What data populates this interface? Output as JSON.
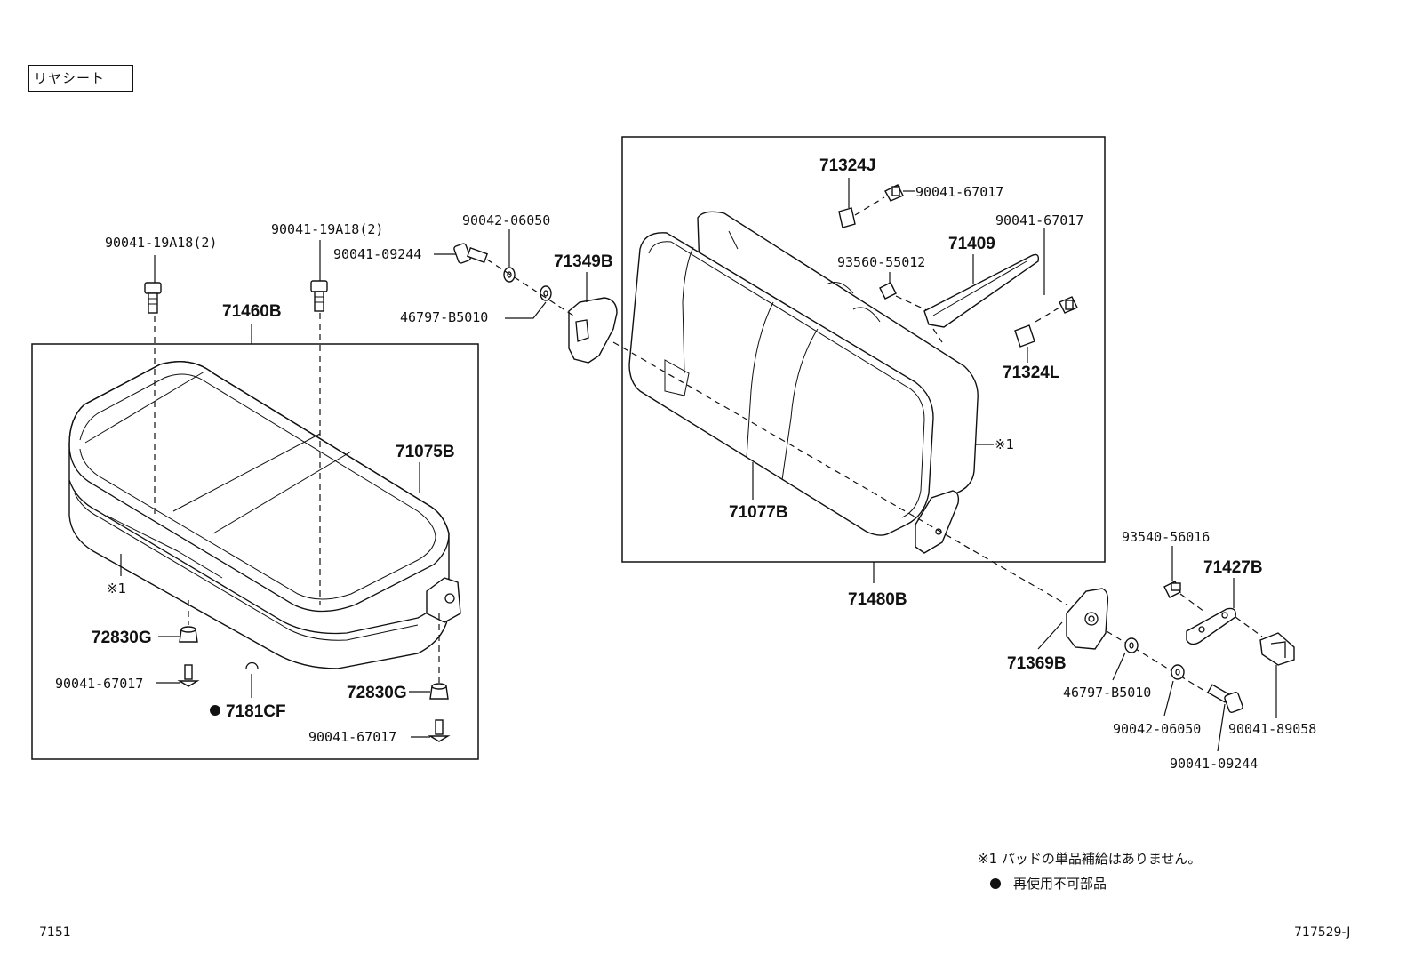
{
  "header": {
    "section_title": "リヤシート"
  },
  "footer": {
    "left_code": "7151",
    "right_code": "717529-J"
  },
  "notes": {
    "note1": "※1 パッドの単品補給はありません。",
    "note2_marker": "●",
    "note2": "再使用不可部品"
  },
  "seat_cushion": {
    "assy": "71460B",
    "cover": "71075B",
    "pad_mark": "※1",
    "bolt_left": "90041-19A18(2)",
    "bolt_right": "90041-19A18(2)",
    "stopper_left": "72830G",
    "screw_left": "90041-67017",
    "clip_marker": "●",
    "clip": "7181CF",
    "stopper_right": "72830G",
    "screw_right": "90041-67017"
  },
  "hinge_left": {
    "washer_plain": "90042-06050",
    "bolt": "90041-09244",
    "bushing": "46797-B5010",
    "cover": "71349B"
  },
  "seat_back": {
    "assy": "71480B",
    "cover": "71077B",
    "pad_mark": "※1",
    "hook_top": "71324J",
    "screw_top": "90041-67017",
    "screw_mid": "93560-55012",
    "bracket": "71409",
    "screw_right": "90041-67017",
    "hook_right": "71324L"
  },
  "hinge_right": {
    "screw": "93540-56016",
    "lock": "71427B",
    "cover": "71369B",
    "bushing": "46797-B5010",
    "washer_plain": "90042-06050",
    "clip": "90041-89058",
    "bolt": "90041-09244"
  }
}
